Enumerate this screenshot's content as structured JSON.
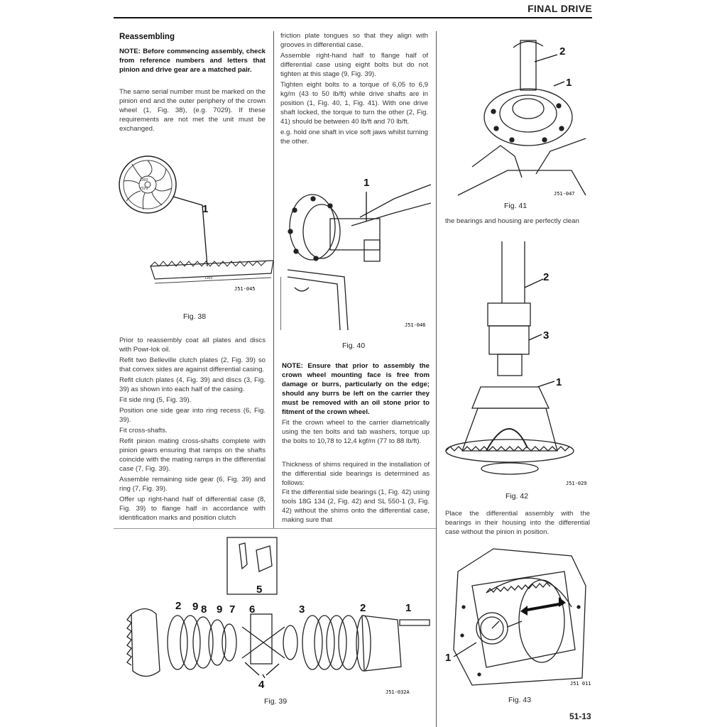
{
  "header": {
    "section_title": "FINAL DRIVE"
  },
  "col1": {
    "heading": "Reassembling",
    "note": "NOTE: Before commencing assembly, check from reference numbers and letters that pinion and drive gear are a matched pair.",
    "para1": "The same serial number must be marked on the pinion end and the outer periphery of the crown wheel (1, Fig. 38), (e.g. 7029). If these requirements are not met the unit must be exchanged.",
    "fig38": {
      "caption": "Fig. 38",
      "ref": "J51-045",
      "callout": "1",
      "gear_label": "7029",
      "gear_label_small": "1369"
    },
    "steps": [
      "Prior to reassembly coat all plates and discs with Powr-lok oil.",
      "Refit two Belleville clutch plates (2, Fig. 39) so that convex sides are against differential casing.",
      "Refit clutch plates (4, Fig. 39) and discs (3, Fig. 39) as shown into each half of the casing.",
      "Fit side ring (5, Fig. 39).",
      "Position one side gear into ring recess (6, Fig. 39).",
      "Fit cross-shafts.",
      "Refit pinion mating cross-shafts complete with pinion gears ensuring that ramps on the shafts coincide with the mating ramps in the differential case (7, Fig. 39).",
      "Assemble remaining side gear (6, Fig. 39) and ring (7, Fig. 39).",
      "Offer up right-hand half of differential case (8, Fig. 39) to flange half in accordance with identification marks and position clutch"
    ]
  },
  "col2": {
    "para_top": [
      "friction plate tongues so that they align with grooves in differential case.",
      "Assemble right-hand half to flange half of differential case using eight bolts but do not tighten at this stage (9, Fig. 39).",
      "Tighten eight bolts to a torque of 6,05 to 6,9 kg/m (43 to 50 lb/ft) while drive shafts are in position (1, Fig. 40, 1, Fig. 41). With one drive shaft locked, the torque to turn the other (2, Fig. 41) should be between 40 lb/ft and 70 lb/ft.",
      "e.g. hold one shaft in vice soft jaws whilst turning the other."
    ],
    "fig40": {
      "caption": "Fig. 40",
      "ref": "J51-046",
      "callout": "1"
    },
    "note": "NOTE: Ensure that prior to assembly the crown wheel mounting face is free from damage or burrs, particularly on the edge; should any burrs be left on the carrier they must be removed with an oil stone prior to fitment of the crown wheel.",
    "para2": "Fit the crown wheel to the carrier diametrically using the ten bolts and tab washers, torque up the bolts to 10,78 to 12,4 kgf/m (77 to 88 lb/ft).",
    "para3": "Thickness of shims required in the installation of the differential side bearings is determined as follows:",
    "para4": "Fit the differential side bearings (1, Fig. 42) using tools 18G 134 (2, Fig. 42) and SL 550-1 (3, Fig. 42) without the shims onto the differential case, making sure that"
  },
  "col3": {
    "fig41": {
      "caption": "Fig. 41",
      "ref": "J51-047",
      "callout1": "2",
      "callout2": "1"
    },
    "para1": "the bearings and housing are perfectly clean",
    "fig42": {
      "caption": "Fig. 42",
      "ref": "J51-029",
      "callout1": "2",
      "callout2": "3",
      "callout3": "1"
    },
    "para2": "Place the differential assembly with the bearings in their housing into the differential case without the pinion in position.",
    "fig43": {
      "caption": "Fig. 43",
      "ref": "J51 011",
      "callout": "1"
    }
  },
  "fig39": {
    "caption": "Fig. 39",
    "ref": "J51-032A",
    "callouts": [
      "2",
      "9",
      "8",
      "9",
      "7",
      "6",
      "3",
      "2",
      "1",
      "5",
      "4"
    ]
  },
  "footer": {
    "page_number": "51-13"
  }
}
